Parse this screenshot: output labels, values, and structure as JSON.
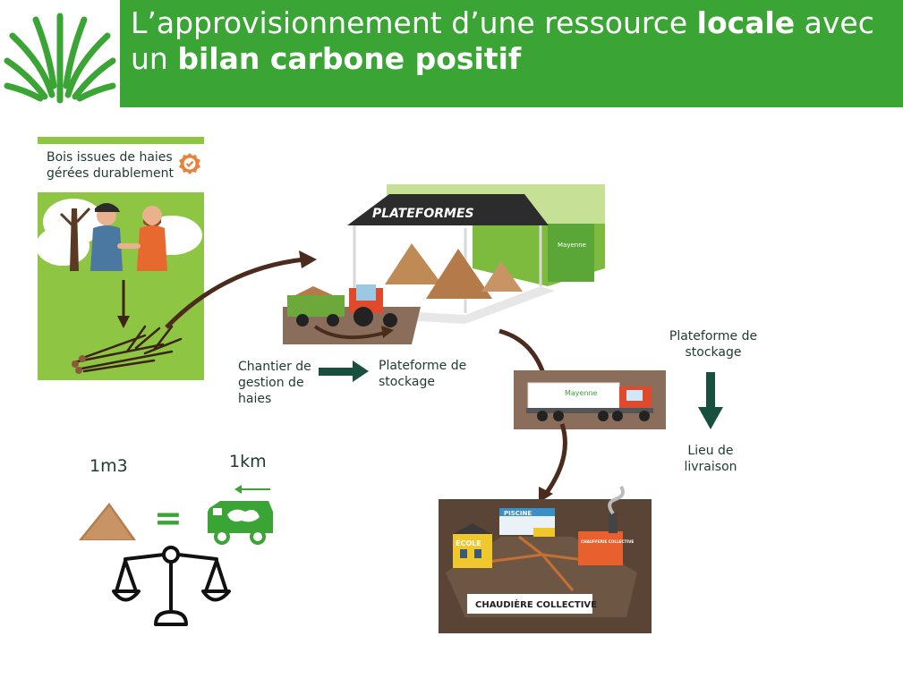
{
  "title": {
    "part1": "L’approvisionnement d’une ressource ",
    "bold1": "locale",
    "part2": " avec",
    "part3": "un ",
    "bold2": "bilan carbone positif"
  },
  "hedge_card": {
    "line1": "Bois issues de haies",
    "line2": "gérées durablement"
  },
  "platform_sign": "PLATEFORMES",
  "platform_building_sign": "Mayenne",
  "truck_brand": "Mayenne",
  "village": {
    "pool": "PISCINE",
    "school": "ÉCOLE",
    "boiler_building": "CHAUFFERIE COLLECTIVE",
    "boiler_caption": "CHAUDIÈRE COLLECTIVE"
  },
  "flow_left": {
    "from_line1": "Chantier de",
    "from_line2": "gestion de",
    "from_line3": "haies",
    "to_line1": "Plateforme de",
    "to_line2": "stockage"
  },
  "flow_right": {
    "from_line1": "Plateforme de",
    "from_line2": "stockage",
    "to_line1": "Lieu de",
    "to_line2": "livraison"
  },
  "equivalence": {
    "volume": "1m3",
    "distance": "1km",
    "equals": "="
  },
  "colors": {
    "banner_green": "#3aa535",
    "leaf_green": "#8ec543",
    "dark_teal": "#17503f",
    "wood_brown": "#b77d4c",
    "arrow_brown": "#4a2b1e"
  }
}
